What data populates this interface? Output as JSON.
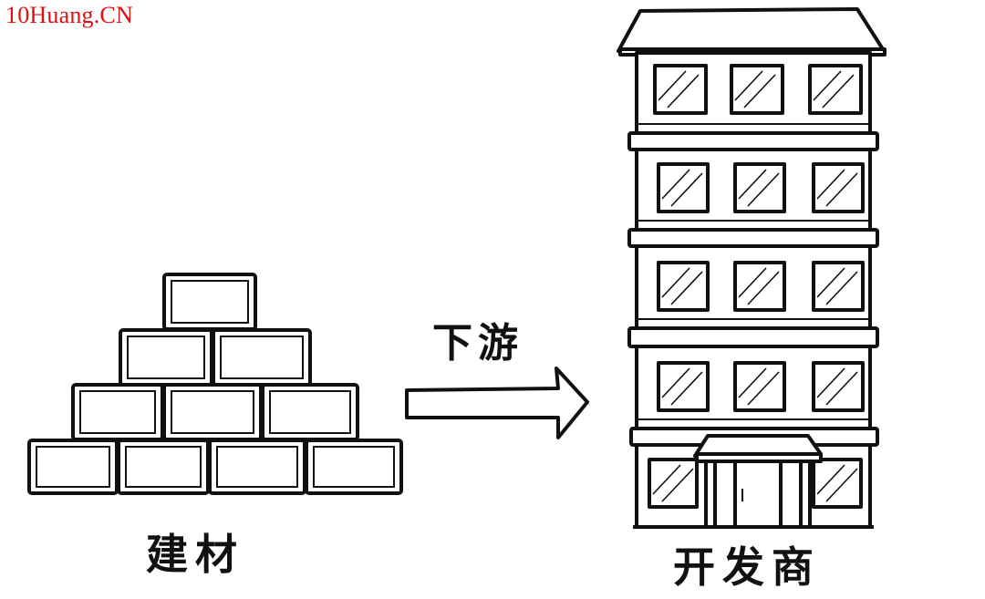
{
  "watermark": "10Huang.CN",
  "labels": {
    "materials": "建材",
    "downstream": "下游",
    "developer": "开发商"
  },
  "colors": {
    "ink": "#111111",
    "background": "#ffffff",
    "watermark": "#e01010"
  }
}
